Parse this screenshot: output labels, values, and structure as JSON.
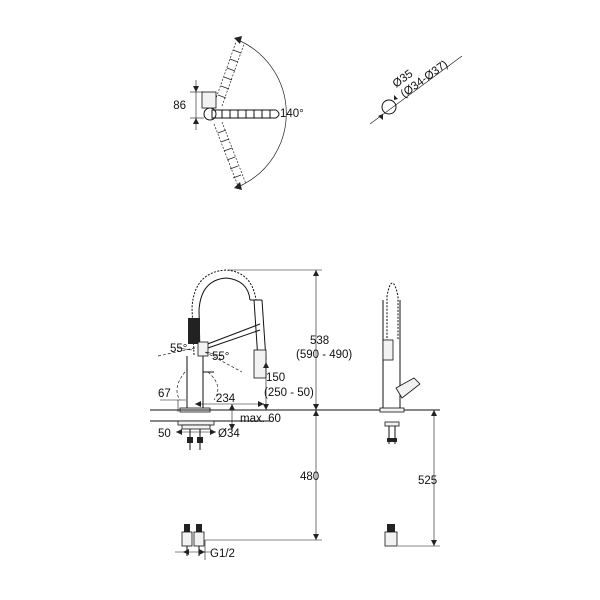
{
  "top_view": {
    "height_label": "86",
    "angle_label": "140°"
  },
  "hole_view": {
    "diameter_label": "Ø35",
    "range_label": "(Ø34-Ø37)"
  },
  "front_view": {
    "height_label": "538",
    "height_range_label": "(590 - 490)",
    "angle_left_label": "55°",
    "angle_right_label": "55°",
    "reach_vertical_label": "150",
    "reach_vertical_range_label": "(250 - 50)",
    "spout_reach_label": "234",
    "base_label": "67",
    "deck_thickness_label": "max. 60",
    "shank_label": "50",
    "hole_label": "Ø34",
    "hose_length_label": "480",
    "connection_label": "G1/2"
  },
  "side_view": {
    "total_length_label": "525"
  }
}
